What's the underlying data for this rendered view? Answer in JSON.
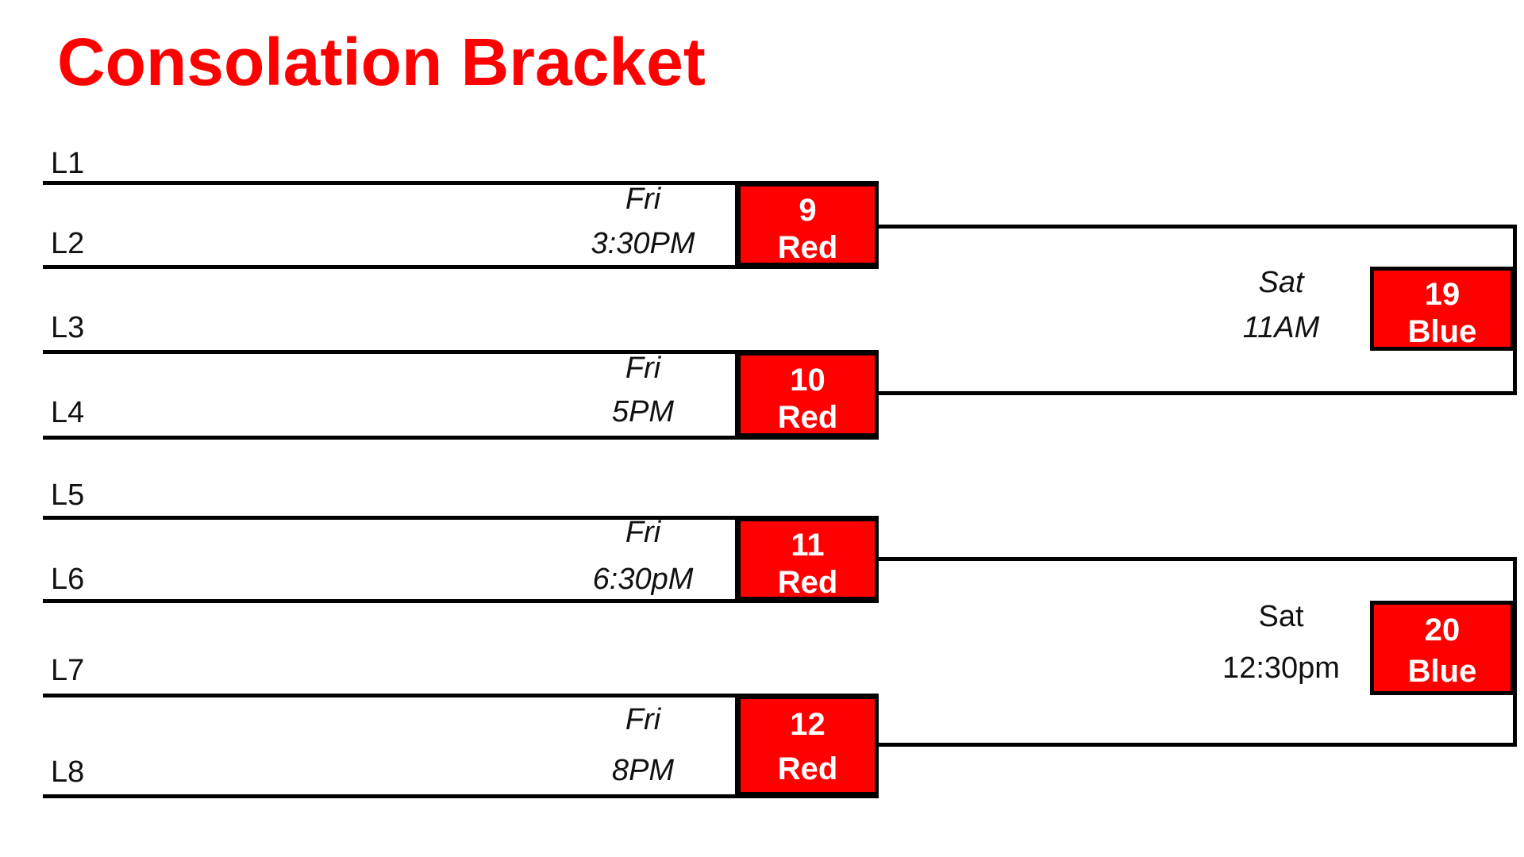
{
  "title": "Consolation Bracket",
  "colors": {
    "title": "#ff0000",
    "box_fill": "#ff0000",
    "box_text": "#ffffff",
    "lines": "#000000"
  },
  "teams": [
    "L1",
    "L2",
    "L3",
    "L4",
    "L5",
    "L6",
    "L7",
    "L8"
  ],
  "round1": [
    {
      "day": "Fri",
      "time": "3:30PM",
      "game": "9",
      "field": "Red"
    },
    {
      "day": "Fri",
      "time": "5PM",
      "game": "10",
      "field": "Red"
    },
    {
      "day": "Fri",
      "time": "6:30pM",
      "game": "11",
      "field": "Red"
    },
    {
      "day": "Fri",
      "time": "8PM",
      "game": "12",
      "field": "Red"
    }
  ],
  "round2": [
    {
      "day": "Sat",
      "time": "11AM",
      "game": "19",
      "field": "Blue"
    },
    {
      "day": "Sat",
      "time": "12:30pm",
      "game": "20",
      "field": "Blue"
    }
  ]
}
